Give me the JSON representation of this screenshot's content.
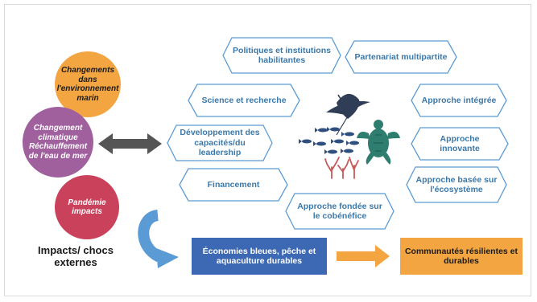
{
  "circles": {
    "marine_changes": "Changements dans l'environnement marin",
    "climate": "Changement climatique Réchauffement de l'eau de mer",
    "pandemic": "Pandémie impacts"
  },
  "impacts_label": "Impacts/ chocs externes",
  "hexagons": {
    "policies": "Politiques et institutions habilitantes",
    "partnership": "Partenariat multipartite",
    "science": "Science et recherche",
    "integrated": "Approche intégrée",
    "capacity": "Développement des capacités/du leadership",
    "innovative": "Approche innovante",
    "financing": "Financement",
    "ecosystem": "Approche basée sur l'écosystème",
    "cobenefit": "Approche fondée sur le cobénéfice"
  },
  "boxes": {
    "blue_economy": "Économies bleues, pêche et aquaculture durables",
    "resilient": "Communautés résilientes et durables"
  },
  "colors": {
    "hex_border": "#5b9bd5",
    "hex_text": "#3c78a8",
    "blue_box": "#3d68b4",
    "orange": "#f2a541",
    "purple": "#a0609e",
    "crimson": "#c9415b",
    "arrow_gray": "#555555",
    "curve_arrow": "#5b9bd5",
    "fish": "#2f4f7f",
    "turtle": "#2e7d6e",
    "coral": "#c65a5a"
  },
  "icons": [
    "manta-ray-icon",
    "fish-school-icon",
    "sea-turtle-icon",
    "coral-icon"
  ]
}
